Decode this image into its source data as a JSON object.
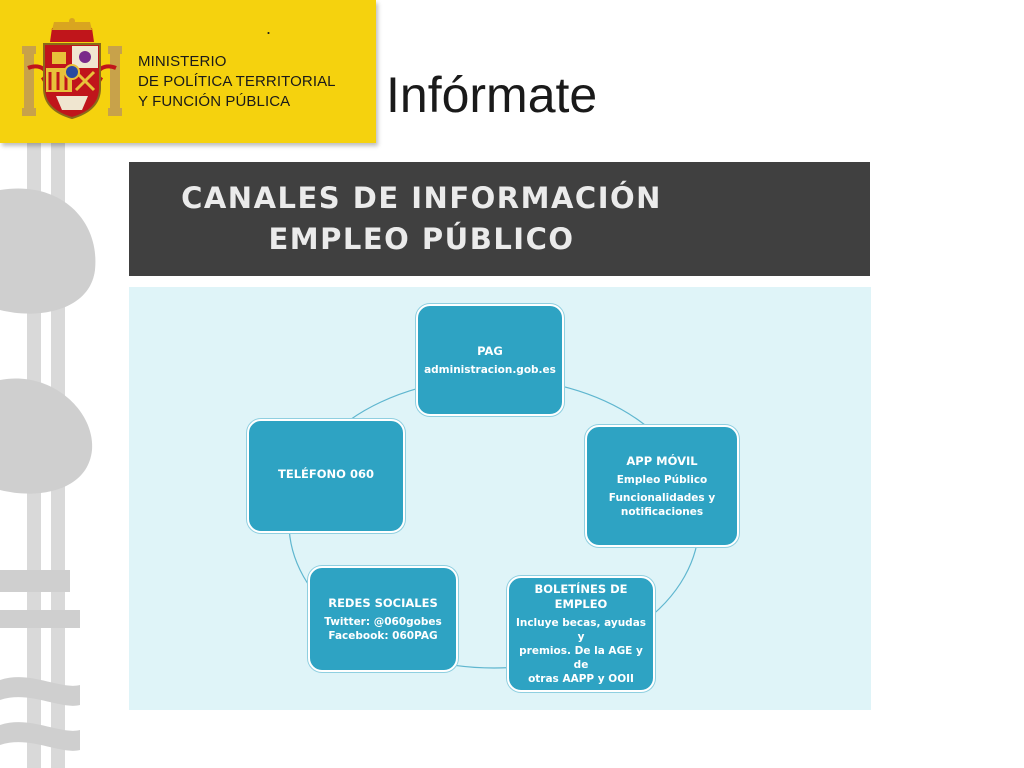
{
  "logo": {
    "dot": ".",
    "ministry_lines": [
      "MINISTERIO",
      "DE POLÍTICA TERRITORIAL",
      "Y FUNCIÓN PÚBLICA"
    ],
    "colors": {
      "background": "#f5d20e",
      "text": "#1a1a1a"
    }
  },
  "slide": {
    "title": "Infórmate"
  },
  "banner": {
    "line1": "CANALES DE INFORMACIÓN",
    "line2": "EMPLEO PÚBLICO",
    "colors": {
      "background": "#404040",
      "text": "#ebebeb"
    }
  },
  "diagram": {
    "colors": {
      "panel": "#dff4f8",
      "node": "#2ea3c3",
      "ring": "#5fb6cf"
    },
    "nodes": [
      {
        "title": "PAG",
        "lines": [
          "administracion.gob.es"
        ]
      },
      {
        "title": "APP MÓVIL",
        "lines": [
          "Empleo Público",
          "Funcionalidades y",
          "notificaciones"
        ]
      },
      {
        "title": "BOLETÍNES DE EMPLEO",
        "lines": [
          "Incluye becas, ayudas y",
          "premios. De la AGE y de",
          "otras AAPP y OOII"
        ]
      },
      {
        "title": "REDES SOCIALES",
        "lines": [
          "Twitter: @060gobes",
          "Facebook: 060PAG"
        ]
      },
      {
        "title": "TELÉFONO 060",
        "lines": []
      }
    ]
  }
}
